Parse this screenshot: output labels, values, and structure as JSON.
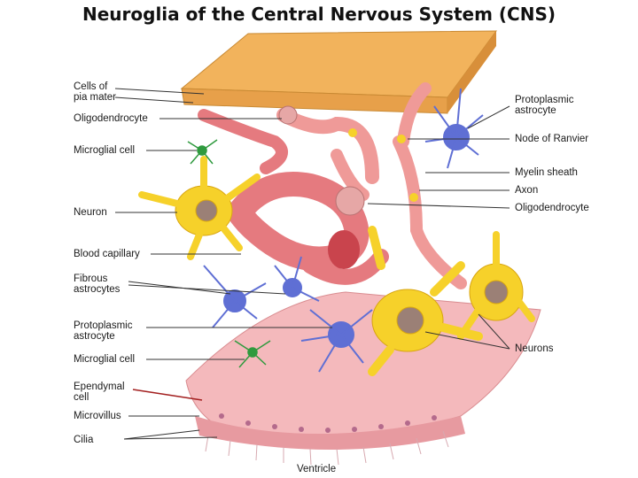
{
  "title": "Neuroglia of the Central Nervous System (CNS)",
  "labels": {
    "pia_mater": "Cells of\npia mater",
    "oligodendrocyte_left": "Oligodendrocyte",
    "microglial_top": "Microglial cell",
    "neuron": "Neuron",
    "blood_capillary": "Blood capillary",
    "fibrous_astrocytes": "Fibrous\nastrocytes",
    "protoplasmic_left": "Protoplasmic\nastrocyte",
    "microglial_bottom": "Microglial cell",
    "ependymal": "Ependymal\ncell",
    "microvillus": "Microvillus",
    "cilia": "Cilia",
    "ventricle": "Ventricle",
    "protoplasmic_right": "Protoplasmic\nastrocyte",
    "node_ranvier": "Node of Ranvier",
    "myelin": "Myelin sheath",
    "axon": "Axon",
    "oligodendrocyte_right": "Oligodendrocyte",
    "neurons": "Neurons"
  },
  "colors": {
    "pia": "#f2b35c",
    "capillary": "#e57a7f",
    "neuron": "#f6d12a",
    "astrocyte": "#5f6fd4",
    "microglia": "#2f9a3e",
    "ependyma": "#f4b9bc",
    "myelin": "#ef9a98"
  }
}
